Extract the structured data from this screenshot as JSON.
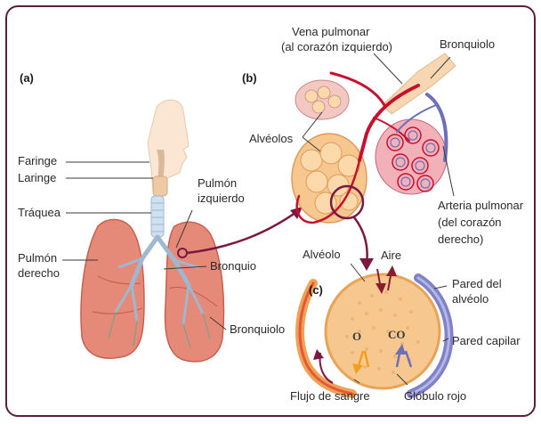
{
  "panels": {
    "a": "(a)",
    "b": "(b)",
    "c": "(c)"
  },
  "panel_a": {
    "faringe": "Faringe",
    "laringe": "Laringe",
    "traquea": "Tráquea",
    "pulmon_derecho_1": "Pulmón",
    "pulmon_derecho_2": "derecho",
    "pulmon_izquierdo_1": "Pulmón",
    "pulmon_izquierdo_2": "izquierdo",
    "bronquio": "Bronquio",
    "bronquiolo": "Bronquiolo"
  },
  "panel_b": {
    "vena_1": "Vena pulmonar",
    "vena_2": "(al corazón izquierdo)",
    "bronquiolo": "Bronquiolo",
    "alveolos": "Alvéolos",
    "arteria_1": "Arteria pulmonar",
    "arteria_2": "(del corazón",
    "arteria_3": "derecho)"
  },
  "panel_c": {
    "alveolo": "Alvéolo",
    "aire": "Aire",
    "pared_alveolo_1": "Pared del",
    "pared_alveolo_2": "alvéolo",
    "o2": "O",
    "co2": "CO",
    "pared_capilar": "Pared capilar",
    "flujo_sangre": "Flujo de sangre",
    "globulo_rojo": "Glóbulo rojo"
  },
  "colors": {
    "frame": "#5b1f3a",
    "lung": "#e58a78",
    "lung_shadow": "#c8604f",
    "alveolus": "#f6c78e",
    "vein_red": "#c8102e",
    "artery_blue": "#6d6fb8",
    "airway": "#cfe0ef",
    "pointer": "#7a1840",
    "o2_arrow": "#f0a020"
  }
}
